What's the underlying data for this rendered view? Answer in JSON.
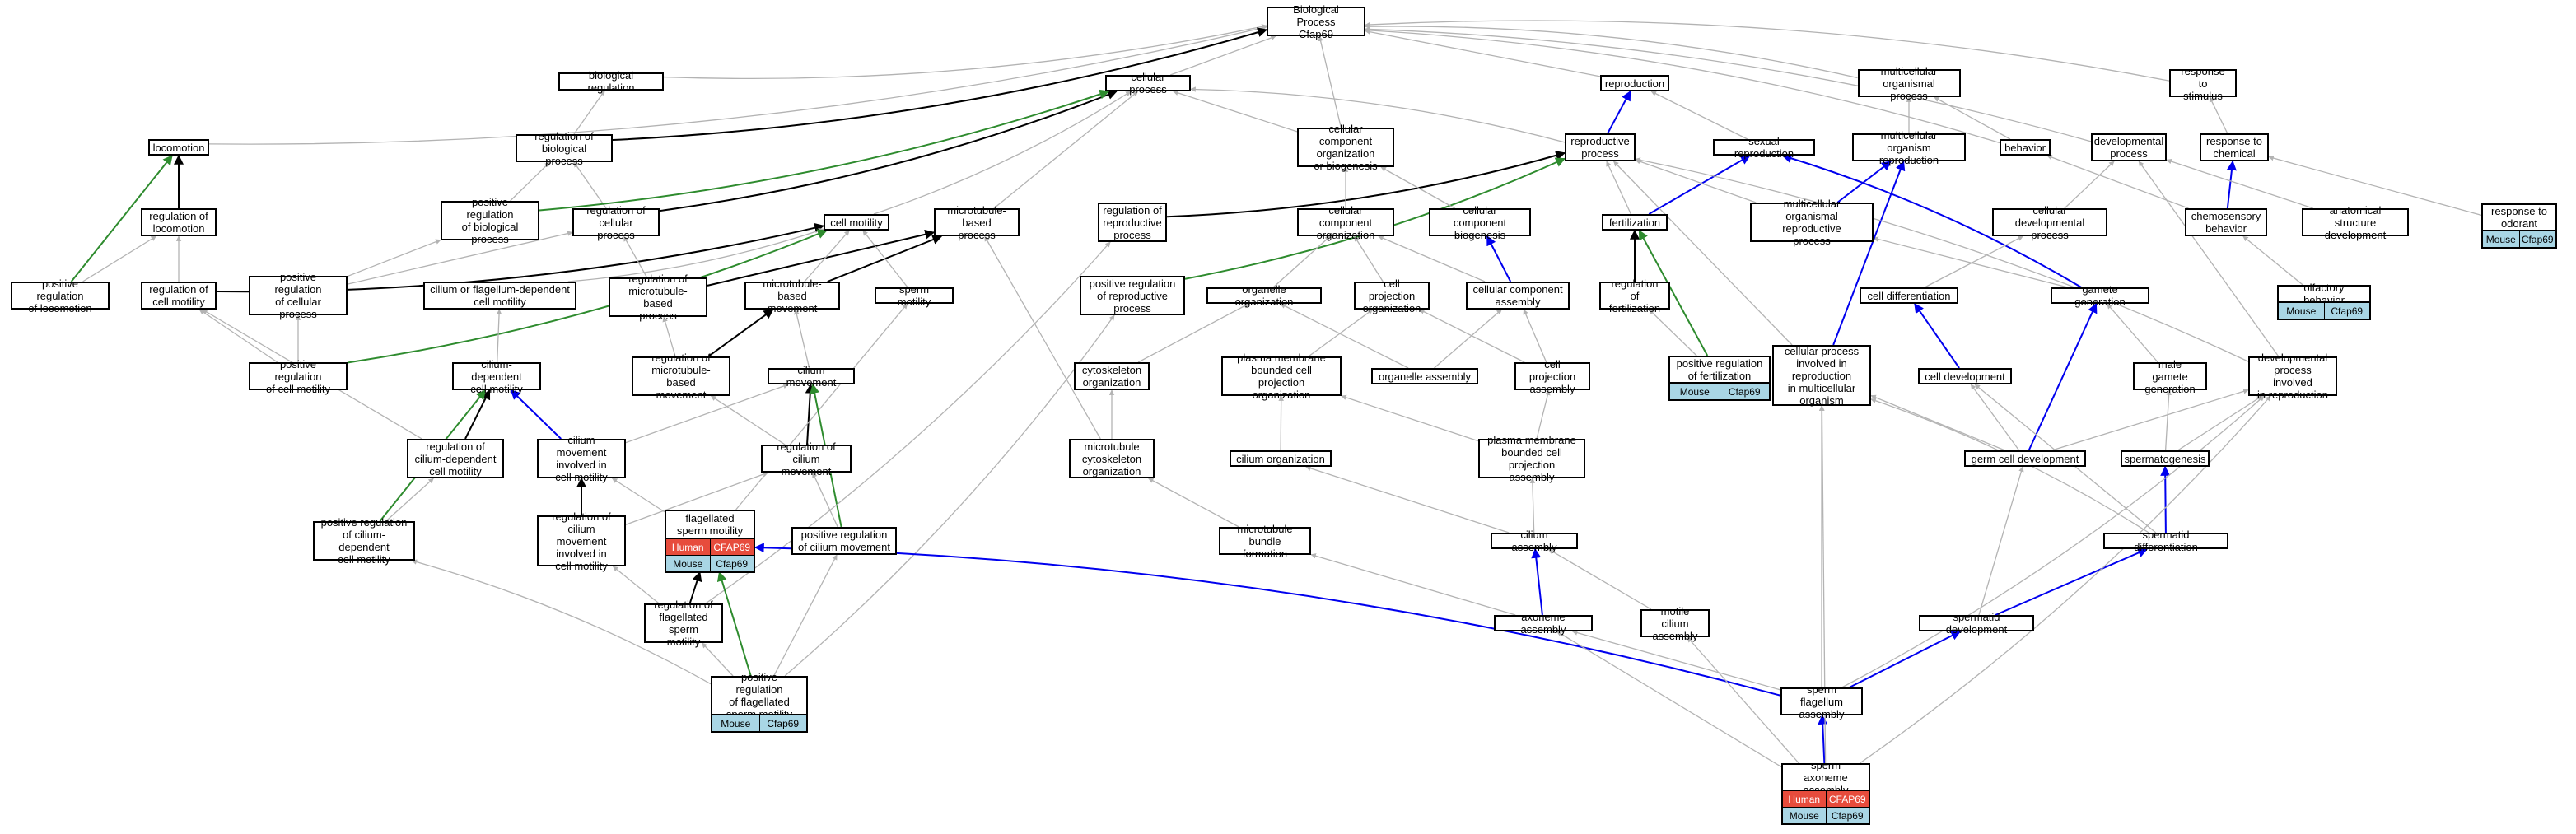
{
  "colors": {
    "gray": "#b3b3b3",
    "black": "#000000",
    "green": "#2e8b2e",
    "blue": "#0000ee",
    "human": "#e74c3c",
    "mouse": "#a9d6e5"
  },
  "nodes": {
    "root": "Biological Process\nCfap69",
    "bioreg": "biological regulation",
    "cellproc": "cellular process",
    "repro": "reproduction",
    "multorg": "multicellular\norganismal process",
    "respstim": "response to\nstimulus",
    "locomotion": "locomotion",
    "regbio": "regulation of\nbiological process",
    "ccorg": "cellular component\norganization\nor biogenesis",
    "reproproc": "reproductive\nprocess",
    "sexrepro": "sexual reproduction",
    "multorgrepro": "multicellular\norganism reproduction",
    "behavior": "behavior",
    "devproc": "developmental\nprocess",
    "respchem": "response to\nchemical",
    "resp_odor": "response to\nodorant",
    "reglocomotion": "regulation of\nlocomotion",
    "posregbio": "positive regulation\nof biological\nprocess",
    "regcell": "regulation of\ncellular process",
    "cellmot": "cell motility",
    "mtbased": "microtubule-based\nprocess",
    "regrepro": "regulation of\nreproductive\nprocess",
    "ccorg2": "cellular component\norganization",
    "ccbio": "cellular component\nbiogenesis",
    "fert": "fertilization",
    "multorgrepro2": "multicellular\norganismal reproductive\nprocess",
    "celldev": "cellular developmental\nprocess",
    "chemosens": "chemosensory\nbehavior",
    "anatdev": "anatomical structure\ndevelopment",
    "posregloco": "positive regulation\nof locomotion",
    "regcellmot": "regulation of\ncell motility",
    "posregcell": "positive regulation\nof cellular\nprocess",
    "cilflag": "cilium or flagellum-dependent\ncell motility",
    "regmt": "regulation of\nmicrotubule-based\nprocess",
    "mtmove": "microtubule-based\nmovement",
    "spermmot": "sperm motility",
    "posregrepro": "positive regulation\nof reproductive\nprocess",
    "orgorg": "organelle organization",
    "cellprojorg": "cell projection\norganization",
    "ccassembly": "cellular component\nassembly",
    "regfert": "regulation of\nfertilization",
    "celldiff": "cell differentiation",
    "gametegen": "gamete generation",
    "olfact": "olfactory behavior",
    "posregcellmot": "positive regulation\nof cell motility",
    "cildep": "cilium-dependent\ncell motility",
    "regmtmove": "regulation of\nmicrotubule-based\nmovement",
    "cilmove": "cilium movement",
    "cytoorg": "cytoskeleton\norganization",
    "pmbcpo": "plasma membrane\nbounded cell\nprojection organization",
    "orgassembly": "organelle assembly",
    "cellprojassembly": "cell projection\nassembly",
    "posregfert": "positive regulation\nof fertilization",
    "cpinrepro": "cellular process\ninvolved in\nreproduction\nin multicellular\norganism",
    "celldev2": "cell development",
    "malegam": "male gamete\ngeneration",
    "devrepro": "developmental\nprocess involved\nin reproduction",
    "regcildep": "regulation of\ncilium-dependent\ncell motility",
    "cilmovemot": "cilium movement\ninvolved in\ncell motility",
    "regcilmove": "regulation of\ncilium movement",
    "mtcyto": "microtubule\ncytoskeleton\norganization",
    "cilorg": "cilium organization",
    "pmbcpa": "plasma membrane\nbounded cell\nprojection assembly",
    "germdev": "germ cell development",
    "spermatogen": "spermatogenesis",
    "posregcildep": "positive regulation\nof cilium-dependent\ncell motility",
    "regcilmovemot": "regulation of\ncilium movement\ninvolved in\ncell motility",
    "flagsperm": "flagellated\nsperm motility",
    "posregcilmove": "positive regulation\nof cilium movement",
    "mtbundle": "microtubule\nbundle formation",
    "cilassembly": "cilium assembly",
    "spermdiff": "spermatid differentiation",
    "regflag": "regulation of\nflagellated\nsperm motility",
    "axoneme": "axoneme assembly",
    "motcil": "motile cilium\nassembly",
    "spermdev": "spermatid development",
    "posregflag": "positive regulation\nof flagellated\nsperm motility",
    "spermflag": "sperm flagellum\nassembly",
    "spermaxo": "sperm axoneme\nassembly"
  },
  "annotations": {
    "resp_odor": [
      {
        "species": "Mouse",
        "gene": "Cfap69"
      }
    ],
    "olfact": [
      {
        "species": "Mouse",
        "gene": "Cfap69"
      }
    ],
    "posregfert": [
      {
        "species": "Mouse",
        "gene": "Cfap69"
      }
    ],
    "flagsperm": [
      {
        "species": "Human",
        "gene": "CFAP69"
      },
      {
        "species": "Mouse",
        "gene": "Cfap69"
      }
    ],
    "posregflag": [
      {
        "species": "Mouse",
        "gene": "Cfap69"
      }
    ],
    "spermaxo": [
      {
        "species": "Human",
        "gene": "CFAP69"
      },
      {
        "species": "Mouse",
        "gene": "Cfap69"
      }
    ]
  },
  "edges": [
    [
      "bioreg",
      "root",
      "gray"
    ],
    [
      "cellproc",
      "root",
      "gray"
    ],
    [
      "repro",
      "root",
      "gray"
    ],
    [
      "multorg",
      "root",
      "gray"
    ],
    [
      "respstim",
      "root",
      "gray"
    ],
    [
      "locomotion",
      "root",
      "gray"
    ],
    [
      "regbio",
      "root",
      "black"
    ],
    [
      "ccorg",
      "root",
      "gray"
    ],
    [
      "devproc",
      "root",
      "gray"
    ],
    [
      "behavior",
      "root",
      "gray"
    ],
    [
      "regbio",
      "bioreg",
      "gray"
    ],
    [
      "reglocomotion",
      "locomotion",
      "black"
    ],
    [
      "posregloco",
      "locomotion",
      "green"
    ],
    [
      "posregbio",
      "regbio",
      "gray"
    ],
    [
      "regcell",
      "regbio",
      "gray"
    ],
    [
      "regcell",
      "cellproc",
      "black"
    ],
    [
      "posregbio",
      "cellproc",
      "green"
    ],
    [
      "cellmot",
      "cellproc",
      "gray"
    ],
    [
      "mtbased",
      "cellproc",
      "gray"
    ],
    [
      "ccorg",
      "cellproc",
      "gray"
    ],
    [
      "reproproc",
      "cellproc",
      "gray"
    ],
    [
      "reproproc",
      "repro",
      "blue"
    ],
    [
      "sexrepro",
      "repro",
      "gray"
    ],
    [
      "multorgrepro",
      "multorg",
      "gray"
    ],
    [
      "behavior",
      "multorg",
      "gray"
    ],
    [
      "respchem",
      "respstim",
      "gray"
    ],
    [
      "resp_odor",
      "respchem",
      "gray"
    ],
    [
      "chemosens",
      "respchem",
      "blue"
    ],
    [
      "chemosens",
      "behavior",
      "gray"
    ],
    [
      "anatdev",
      "devproc",
      "gray"
    ],
    [
      "celldev",
      "devproc",
      "gray"
    ],
    [
      "fert",
      "sexrepro",
      "blue"
    ],
    [
      "multorgrepro2",
      "multorgrepro",
      "blue"
    ],
    [
      "multorgrepro2",
      "reproproc",
      "gray"
    ],
    [
      "regrepro",
      "reproproc",
      "black"
    ],
    [
      "posregrepro",
      "reproproc",
      "green"
    ],
    [
      "gametegen",
      "sexrepro",
      "blue"
    ],
    [
      "fert",
      "reproproc",
      "gray"
    ],
    [
      "ccorg2",
      "ccorg",
      "gray"
    ],
    [
      "ccbio",
      "ccorg",
      "gray"
    ],
    [
      "regcellmot",
      "reglocomotion",
      "gray"
    ],
    [
      "regcellmot",
      "cellmot",
      "black"
    ],
    [
      "posregcell",
      "regcell",
      "gray"
    ],
    [
      "posregcell",
      "posregbio",
      "gray"
    ],
    [
      "regmt",
      "regcell",
      "gray"
    ],
    [
      "regmt",
      "mtbased",
      "black"
    ],
    [
      "mtmove",
      "mtbased",
      "black"
    ],
    [
      "mtmove",
      "cellmot",
      "gray"
    ],
    [
      "spermmot",
      "cellmot",
      "gray"
    ],
    [
      "cilflag",
      "cellmot",
      "gray"
    ],
    [
      "regfert",
      "fert",
      "black"
    ],
    [
      "posregfert",
      "fert",
      "green"
    ],
    [
      "orgorg",
      "ccorg2",
      "gray"
    ],
    [
      "cellprojorg",
      "ccorg2",
      "gray"
    ],
    [
      "ccassembly",
      "ccbio",
      "blue"
    ],
    [
      "ccassembly",
      "ccorg2",
      "gray"
    ],
    [
      "celldiff",
      "celldev",
      "gray"
    ],
    [
      "gametegen",
      "multorgrepro2",
      "gray"
    ],
    [
      "olfact",
      "chemosens",
      "gray"
    ],
    [
      "posregloco",
      "reglocomotion",
      "gray"
    ],
    [
      "posregcellmot",
      "regcellmot",
      "gray"
    ],
    [
      "posregcellmot",
      "posregcell",
      "gray"
    ],
    [
      "posregcellmot",
      "cellmot",
      "green"
    ],
    [
      "cildep",
      "cilflag",
      "gray"
    ],
    [
      "regmtmove",
      "regmt",
      "gray"
    ],
    [
      "regmtmove",
      "mtmove",
      "black"
    ],
    [
      "cilmove",
      "mtmove",
      "gray"
    ],
    [
      "cytoorg",
      "orgorg",
      "gray"
    ],
    [
      "pmbcpo",
      "cellprojorg",
      "gray"
    ],
    [
      "orgassembly",
      "orgorg",
      "gray"
    ],
    [
      "orgassembly",
      "ccassembly",
      "gray"
    ],
    [
      "cellprojassembly",
      "ccassembly",
      "gray"
    ],
    [
      "cellprojassembly",
      "cellprojorg",
      "gray"
    ],
    [
      "posregfert",
      "regfert",
      "gray"
    ],
    [
      "cpinrepro",
      "reproproc",
      "gray"
    ],
    [
      "cpinrepro",
      "multorgrepro",
      "blue"
    ],
    [
      "celldev2",
      "celldiff",
      "blue"
    ],
    [
      "malegam",
      "gametegen",
      "gray"
    ],
    [
      "devrepro",
      "devproc",
      "gray"
    ],
    [
      "devrepro",
      "reproproc",
      "gray"
    ],
    [
      "regcildep",
      "cildep",
      "black"
    ],
    [
      "regcildep",
      "regcellmot",
      "gray"
    ],
    [
      "cilmovemot",
      "cildep",
      "blue"
    ],
    [
      "cilmovemot",
      "cilmove",
      "gray"
    ],
    [
      "regcilmove",
      "cilmove",
      "black"
    ],
    [
      "regcilmove",
      "regmtmove",
      "gray"
    ],
    [
      "mtcyto",
      "cytoorg",
      "gray"
    ],
    [
      "mtcyto",
      "mtbased",
      "gray"
    ],
    [
      "cilorg",
      "pmbcpo",
      "gray"
    ],
    [
      "pmbcpa",
      "pmbcpo",
      "gray"
    ],
    [
      "pmbcpa",
      "cellprojassembly",
      "gray"
    ],
    [
      "germdev",
      "celldev2",
      "gray"
    ],
    [
      "germdev",
      "gametegen",
      "blue"
    ],
    [
      "germdev",
      "cpinrepro",
      "gray"
    ],
    [
      "germdev",
      "devrepro",
      "gray"
    ],
    [
      "spermatogen",
      "malegam",
      "gray"
    ],
    [
      "spermatogen",
      "devrepro",
      "gray"
    ],
    [
      "posregcildep",
      "regcildep",
      "gray"
    ],
    [
      "posregcildep",
      "cildep",
      "green"
    ],
    [
      "regcilmovemot",
      "cilmovemot",
      "black"
    ],
    [
      "regcilmovemot",
      "regcilmove",
      "gray"
    ],
    [
      "flagsperm",
      "spermmot",
      "gray"
    ],
    [
      "flagsperm",
      "cilmovemot",
      "gray"
    ],
    [
      "posregcilmove",
      "regcilmove",
      "gray"
    ],
    [
      "posregcilmove",
      "cilmove",
      "green"
    ],
    [
      "mtbundle",
      "mtcyto",
      "gray"
    ],
    [
      "cilassembly",
      "cilorg",
      "gray"
    ],
    [
      "cilassembly",
      "pmbcpa",
      "gray"
    ],
    [
      "spermdiff",
      "spermatogen",
      "blue"
    ],
    [
      "spermdiff",
      "cpinrepro",
      "gray"
    ],
    [
      "spermdiff",
      "celldev2",
      "gray"
    ],
    [
      "regflag",
      "flagsperm",
      "black"
    ],
    [
      "regflag",
      "regcilmovemot",
      "gray"
    ],
    [
      "regflag",
      "regrepro",
      "gray"
    ],
    [
      "axoneme",
      "cilassembly",
      "blue"
    ],
    [
      "axoneme",
      "mtbundle",
      "gray"
    ],
    [
      "motcil",
      "cilassembly",
      "gray"
    ],
    [
      "spermdev",
      "spermdiff",
      "blue"
    ],
    [
      "spermdev",
      "germdev",
      "gray"
    ],
    [
      "posregflag",
      "regflag",
      "gray"
    ],
    [
      "posregflag",
      "flagsperm",
      "green"
    ],
    [
      "posregflag",
      "posregcildep",
      "gray"
    ],
    [
      "posregflag",
      "posregrepro",
      "gray"
    ],
    [
      "posregflag",
      "posregcilmove",
      "gray"
    ],
    [
      "spermflag",
      "flagsperm",
      "blue"
    ],
    [
      "spermflag",
      "spermdev",
      "blue"
    ],
    [
      "spermflag",
      "axoneme",
      "gray"
    ],
    [
      "spermflag",
      "cpinrepro",
      "gray"
    ],
    [
      "spermflag",
      "devrepro",
      "gray"
    ],
    [
      "spermaxo",
      "spermflag",
      "blue"
    ],
    [
      "spermaxo",
      "axoneme",
      "gray"
    ],
    [
      "spermaxo",
      "motcil",
      "gray"
    ],
    [
      "spermaxo",
      "cpinrepro",
      "gray"
    ],
    [
      "spermaxo",
      "devrepro",
      "gray"
    ]
  ]
}
